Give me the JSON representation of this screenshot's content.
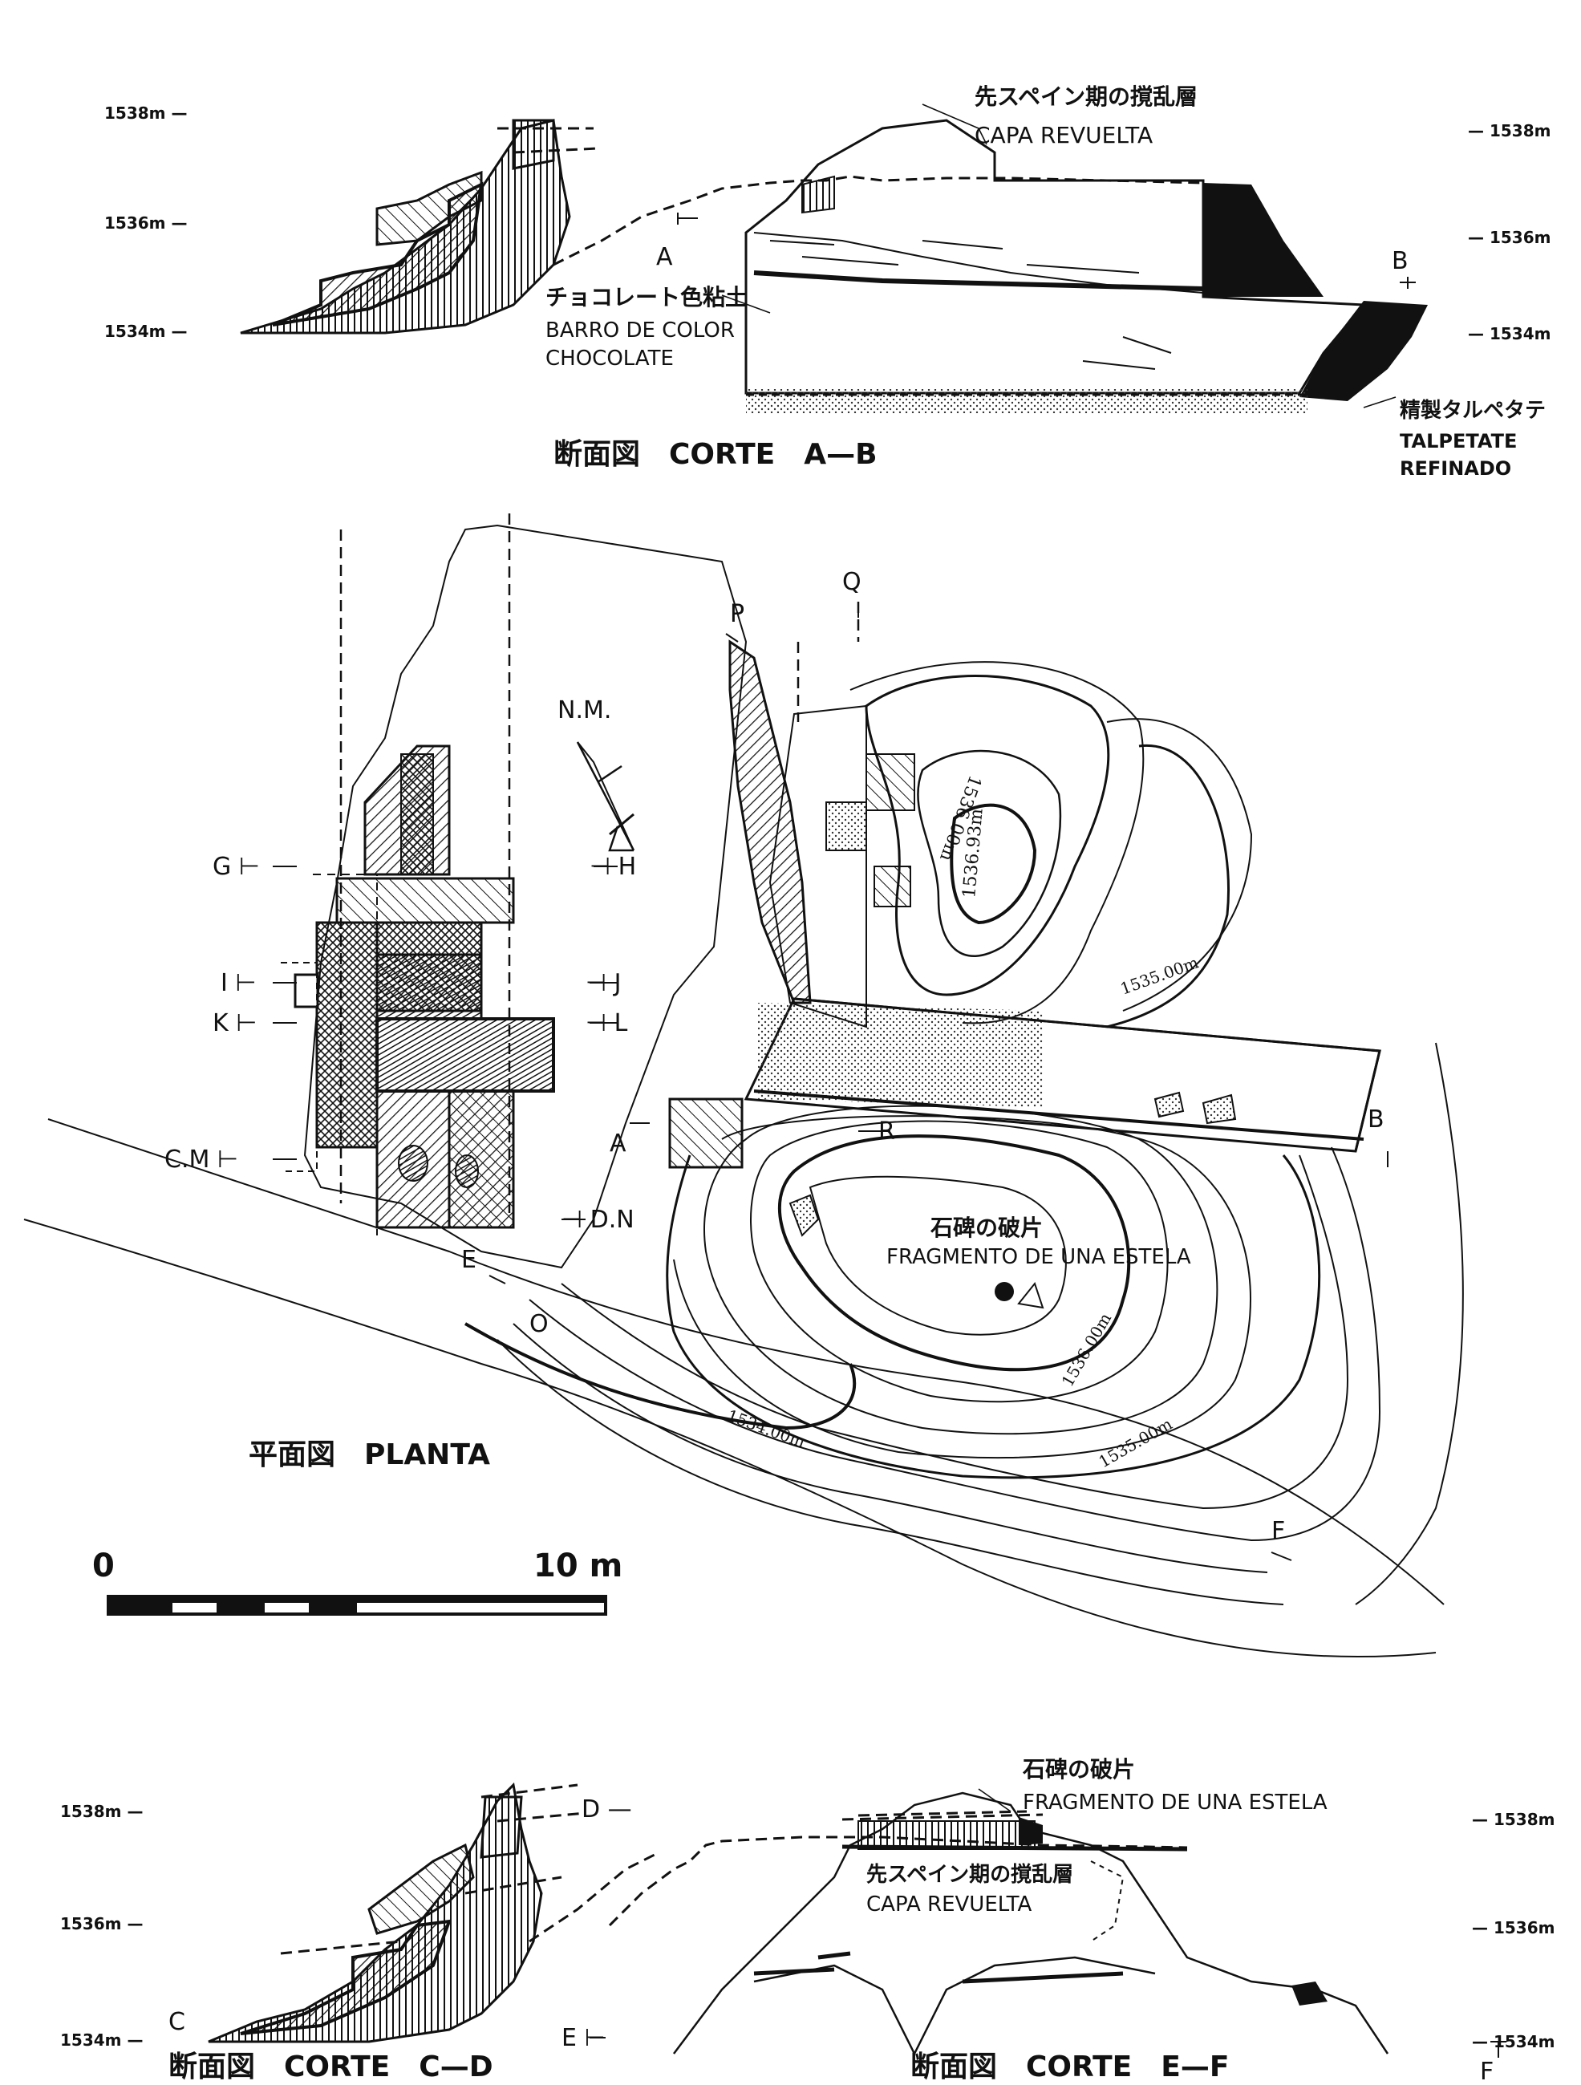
{
  "section_ab": {
    "elev_1538_left": "1538m —",
    "elev_1536_left": "1536m —",
    "elev_1534_left": "1534m —",
    "elev_1538_right": "— 1538m",
    "elev_1536_right": "— 1536m",
    "elev_1534_right": "— 1534m",
    "label_a": "A",
    "label_b": "B",
    "capa_jp": "先スペイン期の撹乱層",
    "capa_es": "CAPA REVUELTA",
    "barro_jp": "チョコレート色粘土",
    "barro_es1": "BARRO DE COLOR",
    "barro_es2": "CHOCOLATE",
    "talpetate_jp": "精製タルペタテ",
    "talpetate_es1": "TALPETATE",
    "talpetate_es2": "REFINADO",
    "title": "断面図　CORTE　A—B"
  },
  "plan": {
    "north": "N.M.",
    "P": "P",
    "Q": "Q",
    "G": "G ⊢",
    "H": "⊣ H",
    "I": "I ⊢",
    "J": "⊣ J",
    "K": "K ⊢",
    "L": "⊣ L",
    "CM": "C.M ⊢",
    "A": "A",
    "DN": "⊣ D.N",
    "E": "E",
    "O": "O",
    "R": "R",
    "B": "B",
    "F": "F",
    "contour_1536_00": "1536.00m",
    "contour_1536_93": "1536.93m",
    "contour_1535_00a": "1535.00m",
    "contour_1536_00b": "1536.00m",
    "contour_1534_00": "1534.00m",
    "contour_1535_00b": "1535.00m",
    "estela_jp": "石碑の破片",
    "estela_es": "FRAGMENTO DE UNA ESTELA",
    "title": "平面図　PLANTA"
  },
  "scale": {
    "zero": "0",
    "ten": "10 m"
  },
  "section_cd": {
    "elev_1538": "1538m —",
    "elev_1536": "1536m —",
    "elev_1534": "1534m —",
    "C": "C",
    "D": "D —",
    "E": "E ⊢",
    "title": "断面図　CORTE　C—D"
  },
  "section_ef": {
    "elev_1538": "— 1538m",
    "elev_1536": "— 1536m",
    "elev_1534": "— 1534m",
    "estela_jp": "石碑の破片",
    "estela_es": "FRAGMENTO DE UNA ESTELA",
    "capa_jp": "先スペイン期の撹乱層",
    "capa_es": "CAPA REVUELTA",
    "F": "F",
    "title": "断面図　CORTE　E—F"
  }
}
